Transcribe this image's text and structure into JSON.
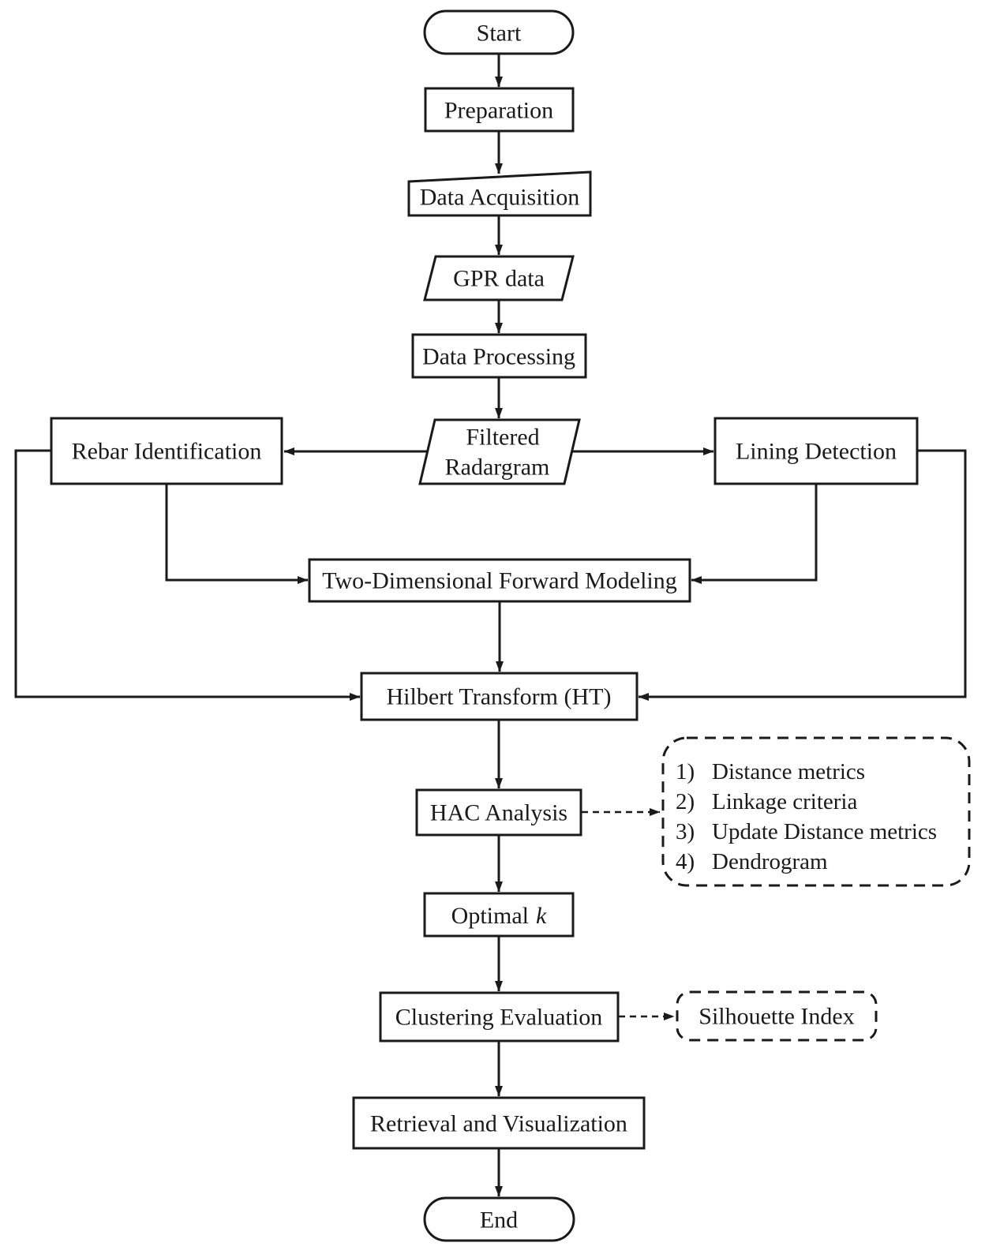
{
  "figure": {
    "kind": "flowchart",
    "colors": {
      "line": "#1a1a1a",
      "background": "#ffffff",
      "text": "#1a1a1a"
    }
  },
  "nodes": {
    "start": {
      "label": "Start"
    },
    "preparation": {
      "label": "Preparation"
    },
    "data_acquisition": {
      "label": "Data Acquisition"
    },
    "gpr_data": {
      "label": "GPR data"
    },
    "data_processing": {
      "label": "Data Processing"
    },
    "filtered_radargram": {
      "line1": "Filtered",
      "line2": "Radargram"
    },
    "rebar_identification": {
      "label": "Rebar Identification"
    },
    "lining_detection": {
      "label": "Lining Detection"
    },
    "forward_modeling": {
      "label": "Two-Dimensional Forward Modeling"
    },
    "hilbert_transform": {
      "label": "Hilbert Transform (HT)"
    },
    "hac_analysis": {
      "label": "HAC Analysis"
    },
    "optimal_k": {
      "prefix": "Optimal",
      "variable": "k"
    },
    "clustering_evaluation": {
      "label": "Clustering Evaluation"
    },
    "retrieval_visualization": {
      "label": "Retrieval and Visualization"
    },
    "end": {
      "label": "End"
    }
  },
  "annotations": {
    "hac_steps": {
      "items": [
        {
          "num": "1)",
          "label": "Distance metrics"
        },
        {
          "num": "2)",
          "label": "Linkage criteria"
        },
        {
          "num": "3)",
          "label": "Update Distance metrics"
        },
        {
          "num": "4)",
          "label": "Dendrogram"
        }
      ]
    },
    "silhouette_index": {
      "label": "Silhouette Index"
    }
  }
}
